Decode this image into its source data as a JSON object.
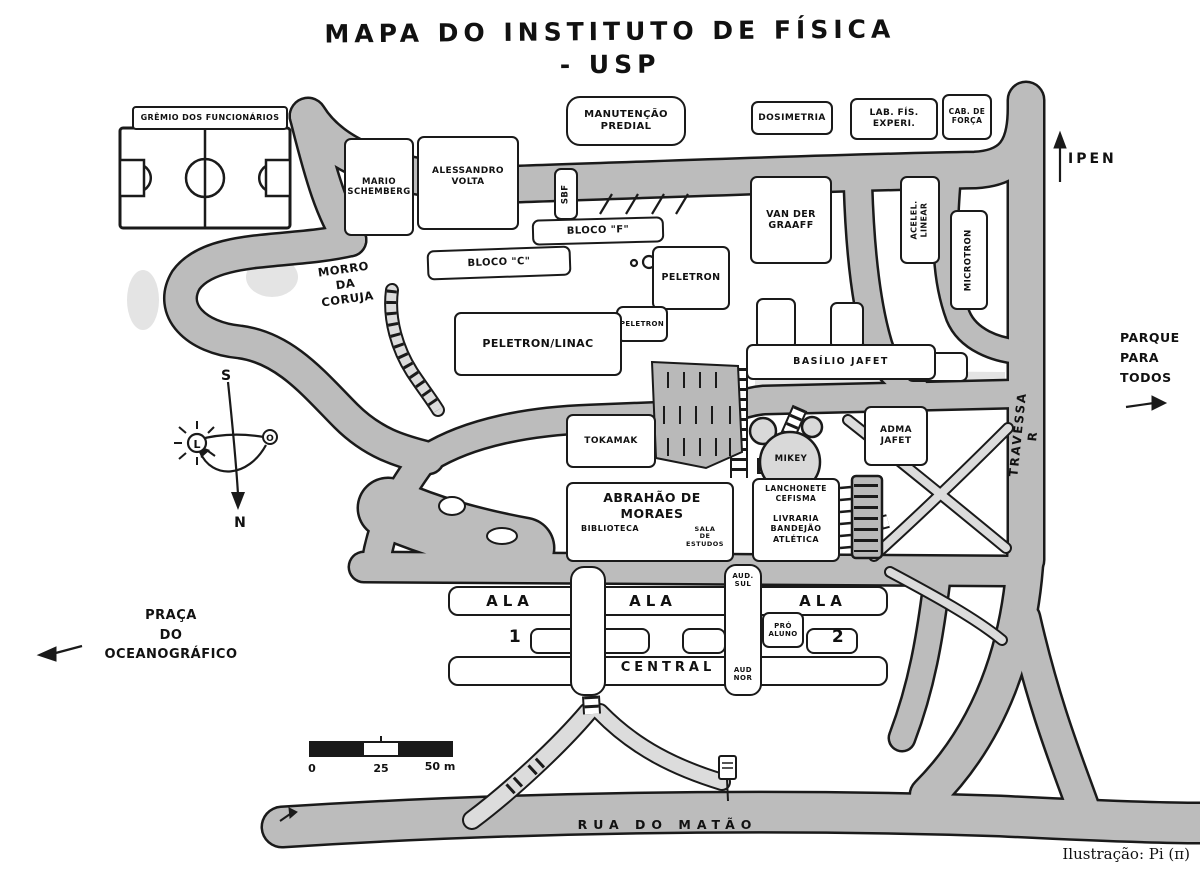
{
  "title": "MAPA DO INSTITUTO DE FÍSICA - USP",
  "credit": "Ilustração: Pi (π)",
  "colors": {
    "road": "#bcbcbc",
    "path_light": "#dcdcdc",
    "ink": "#1a1a1a",
    "mikey_fill": "#d9d9d9"
  },
  "compass": {
    "north": "N",
    "south": "S",
    "east": "L",
    "west": "O"
  },
  "scale_bar": {
    "zero": "0",
    "mid": "25",
    "max": "50 m"
  },
  "off_map": {
    "ipen": "IPEN",
    "parque": [
      "PARQUE",
      "PARA",
      "TODOS"
    ],
    "praca": [
      "PRAÇA",
      "DO",
      "OCEANOGRÁFICO"
    ]
  },
  "roads": {
    "travessa": "TRAVESSA R",
    "matao": "RUA DO MATÃO"
  },
  "areas": {
    "morro": [
      "MORRO",
      "DA",
      "CORUJA"
    ]
  },
  "buildings": {
    "gremio": "GRÊMIO DOS FUNCIONÁRIOS",
    "mario": [
      "MARIO",
      "SCHEMBERG"
    ],
    "volta": [
      "ALESSANDRO",
      "VOLTA"
    ],
    "manutencao": [
      "MANUTENÇÃO",
      "PREDIAL"
    ],
    "dosimetria": "DOSIMETRIA",
    "labfis": [
      "LAB. FÍS.",
      "EXPERI."
    ],
    "cabforca": [
      "CAB. DE",
      "FORÇA"
    ],
    "sbf": "SBF",
    "blocof": "BLOCO \"F\"",
    "blococ": "BLOCO \"C\"",
    "vandergraaff": [
      "VAN DER",
      "GRAAFF"
    ],
    "acelel": [
      "ACELEL.",
      "LINEAR"
    ],
    "microtron": "MICROTRON",
    "peletron": "PELETRON",
    "peletron2": "PELETRON",
    "peletronlinac": "PELETRON/LINAC",
    "basilio": "BASÍLIO JAFET",
    "tokamak": "TOKAMAK",
    "mikey": "MIKEY",
    "adma": [
      "ADMA",
      "JAFET"
    ],
    "abrahao": [
      "ABRAHÃO DE",
      "MORAES"
    ],
    "biblioteca": "BIBLIOTECA",
    "salaestudos": [
      "SALA",
      "DE",
      "ESTUDOS"
    ],
    "lanchonete": [
      "LANCHONETE",
      "CEFISMA"
    ],
    "livraria": [
      "LIVRARIA",
      "BANDEJÃO",
      "ATLÉTICA"
    ],
    "ala1": "ALA",
    "ala1n": "1",
    "alac": "ALA",
    "central": "CENTRAL",
    "ala2": "ALA",
    "ala2n": "2",
    "audsul": [
      "AUD.",
      "SUL"
    ],
    "audnor": [
      "AUD",
      "NOR"
    ],
    "proaluno": [
      "PRÓ",
      "ALUNO"
    ]
  }
}
